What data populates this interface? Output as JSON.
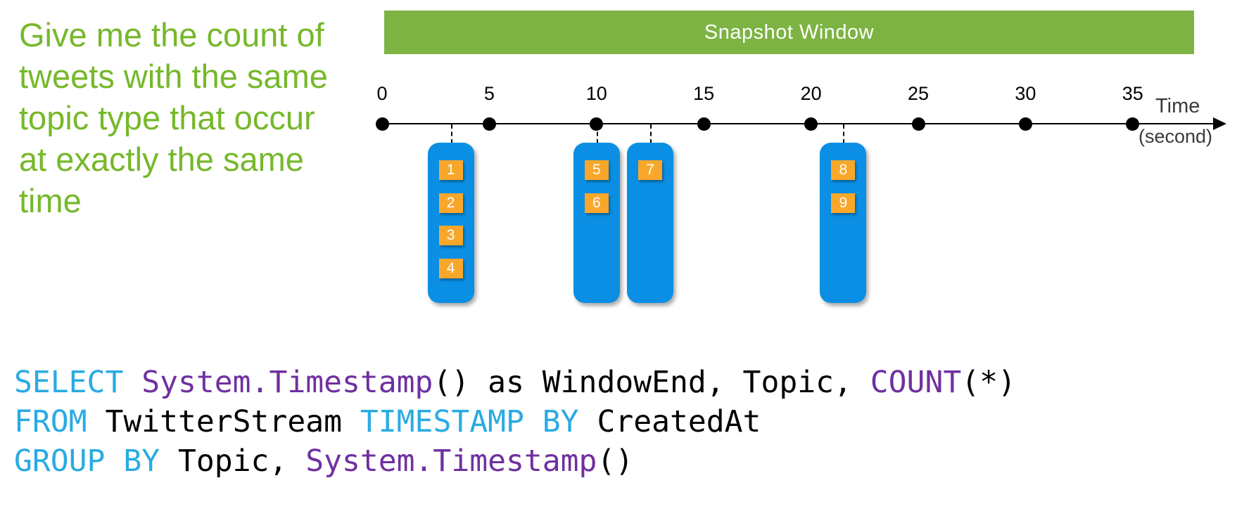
{
  "question": {
    "text": "Give me the count of\ntweets with the same\ntopic type that occur\nat exactly the same\ntime"
  },
  "banner": {
    "label": "Snapshot Window",
    "color": "#7CB342"
  },
  "timeline": {
    "tick_labels": [
      "0",
      "5",
      "10",
      "15",
      "20",
      "25",
      "30",
      "35"
    ],
    "tick_interval_seconds": 5,
    "axis_label_line1": "Time",
    "axis_label_line2": "(second)",
    "axis_range_seconds": [
      0,
      35
    ]
  },
  "event_groups": [
    {
      "time_seconds": 3.2,
      "events": [
        "1",
        "2",
        "3",
        "4"
      ]
    },
    {
      "time_seconds": 10,
      "events": [
        "5",
        "6"
      ]
    },
    {
      "time_seconds": 12.5,
      "events": [
        "7"
      ]
    },
    {
      "time_seconds": 21.5,
      "events": [
        "8",
        "9"
      ]
    }
  ],
  "code": {
    "token_colors": {
      "keyword": "#29ABE2",
      "function": "#7030A0",
      "plain": "#000000"
    },
    "lines": [
      {
        "segments": [
          {
            "text": "SELECT",
            "type": "keyword"
          },
          {
            "text": " ",
            "type": "plain"
          },
          {
            "text": "System.Timestamp",
            "type": "function"
          },
          {
            "text": "() as WindowEnd, Topic, ",
            "type": "plain"
          },
          {
            "text": "COUNT",
            "type": "function"
          },
          {
            "text": "(*)",
            "type": "plain"
          }
        ]
      },
      {
        "segments": [
          {
            "text": "FROM",
            "type": "keyword"
          },
          {
            "text": " TwitterStream ",
            "type": "plain"
          },
          {
            "text": "TIMESTAMP BY",
            "type": "keyword"
          },
          {
            "text": " CreatedAt",
            "type": "plain"
          }
        ]
      },
      {
        "segments": [
          {
            "text": "GROUP BY",
            "type": "keyword"
          },
          {
            "text": " Topic, ",
            "type": "plain"
          },
          {
            "text": "System.Timestamp",
            "type": "function"
          },
          {
            "text": "()",
            "type": "plain"
          }
        ]
      }
    ]
  },
  "colors": {
    "question_green": "#76B82A",
    "banner_green": "#7CB342",
    "event_group_blue": "#0B8FE4",
    "event_orange": "#F9A72B",
    "code_keyword_cyan": "#29ABE2",
    "code_function_purple": "#7030A0"
  }
}
